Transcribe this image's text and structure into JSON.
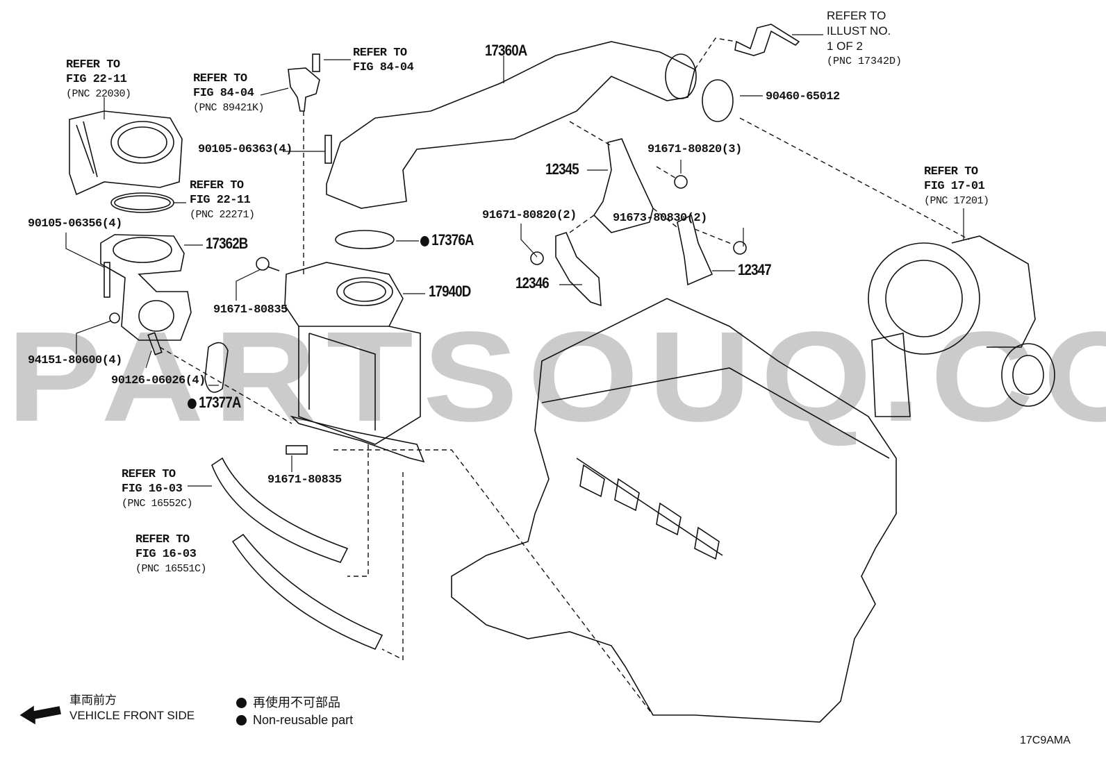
{
  "watermark": "PARTSOUQ.COM",
  "diagram_code": "17C9AMA",
  "callouts": {
    "throttle_body": {
      "l1": "REFER TO",
      "l2": "FIG 22-11",
      "l3": "(PNC 22030)"
    },
    "sensor": {
      "l1": "REFER TO",
      "l2": "FIG 84-04",
      "l3": "(PNC 89421K)"
    },
    "sensor_bolt": {
      "l1": "REFER TO",
      "l2": "FIG 84-04"
    },
    "gasket_22271": {
      "l1": "REFER TO",
      "l2": "FIG 22-11",
      "l3": "(PNC 22271)"
    },
    "hose_illust": {
      "l1": "REFER TO",
      "l2": "ILLUST NO.",
      "l3": "1 OF 2",
      "l4": "(PNC 17342D)"
    },
    "turbo": {
      "l1": "REFER TO",
      "l2": "FIG 17-01",
      "l3": "(PNC 17201)"
    },
    "hose_16552c": {
      "l1": "REFER TO",
      "l2": "FIG 16-03",
      "l3": "(PNC 16552C)"
    },
    "hose_16551c": {
      "l1": "REFER TO",
      "l2": "FIG 16-03",
      "l3": "(PNC 16551C)"
    }
  },
  "parts": {
    "p17360A": "17360A",
    "p90460": "90460-65012",
    "p90105_06363": "90105-06363(4)",
    "p12345": "12345",
    "p91671_3": "91671-80820(3)",
    "p90105_06356": "90105-06356(4)",
    "p91671_2": "91671-80820(2)",
    "p91673": "91673-80830(2)",
    "p17376A": "17376A",
    "p17362B": "17362B",
    "p12347": "12347",
    "p12346": "12346",
    "p17940D": "17940D",
    "p91671_80835_a": "91671-80835",
    "p94151": "94151-80600(4)",
    "p90126": "90126-06026(4)",
    "p17377A": "17377A",
    "p91671_80835_b": "91671-80835"
  },
  "legend": {
    "front_jp": "車両前方",
    "front_en": "VEHICLE FRONT SIDE",
    "nonreusable_jp": "再使用不可部品",
    "nonreusable_en": "Non-reusable part"
  }
}
